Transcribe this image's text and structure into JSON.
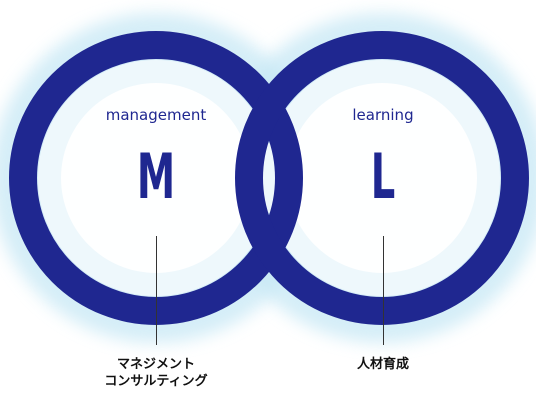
{
  "diagram": {
    "left_circle": {
      "word": "management",
      "letter": "M",
      "caption_lines": [
        "マネジメント",
        "コンサルティング"
      ]
    },
    "right_circle": {
      "word": "learning",
      "letter": "L",
      "caption_lines": [
        "人材育成"
      ]
    },
    "colors": {
      "ring": "#1f2790",
      "glow": "#bfe6f4",
      "text": "#1f2790",
      "caption": "#111111",
      "connector": "#333333"
    }
  }
}
